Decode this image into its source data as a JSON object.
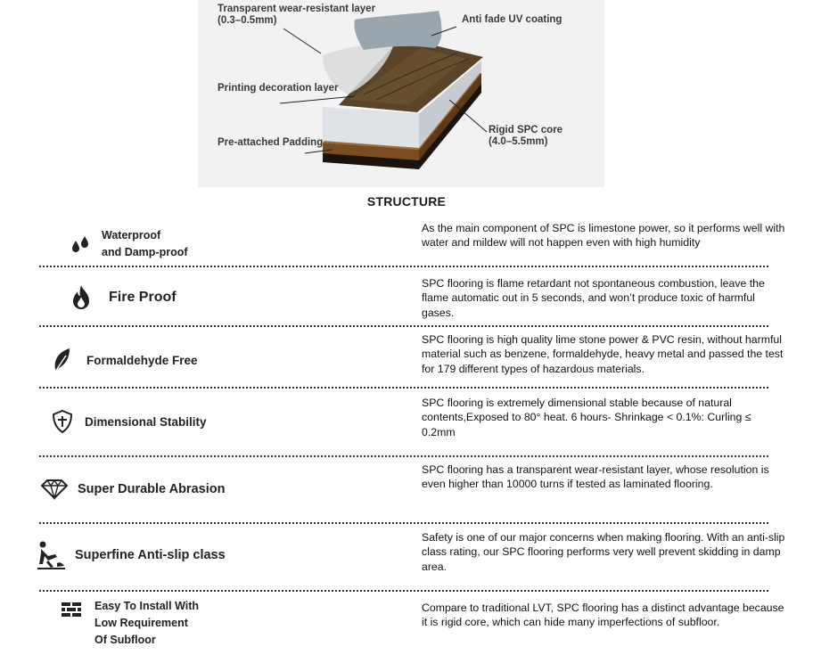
{
  "diagram": {
    "labels": {
      "wear_layer": "Transparent wear-resistant layer",
      "wear_layer_thickness": "(0.3–0.5mm)",
      "uv_coating": "Anti fade UV coating",
      "printing_layer": "Printing decoration layer",
      "padding": "Pre-attached Padding",
      "core": "Rigid SPC core",
      "core_thickness": "(4.0–5.5mm)"
    },
    "colors": {
      "background": "#f2f2f2",
      "wood": "#5a4428",
      "core": "#e4e8ec",
      "padding": "#8a5a2e",
      "base": "#1a1410"
    }
  },
  "structure_title": "STRUCTURE",
  "features": [
    {
      "icon": "water-drops-icon",
      "name_lines": [
        "Waterproof",
        "and Damp-proof"
      ],
      "description": "As the main component of SPC is limestone power, so it performs well with water and mildew will not happen even with high humidity"
    },
    {
      "icon": "flame-icon",
      "name_lines": [
        "Fire Proof"
      ],
      "description": "SPC flooring is flame retardant not spontaneous combustion, leave the flame automatic out in 5 seconds, and won’t produce toxic of harmful gases."
    },
    {
      "icon": "leaf-icon",
      "name_lines": [
        "Formaldehyde Free"
      ],
      "description": "SPC flooring is high quality lime stone power & PVC resin, without harmful material such as benzene, formaldehyde, heavy metal and passed the test for 179 different types of hazardous materials."
    },
    {
      "icon": "shield-icon",
      "name_lines": [
        "Dimensional Stability"
      ],
      "description": "SPC flooring is extremely dimensional stable because of natural contents,Exposed to 80° heat. 6 hours- Shrinkage < 0.1%: Curling ≤ 0.2mm"
    },
    {
      "icon": "diamond-icon",
      "name_lines": [
        "Super Durable Abrasion"
      ],
      "description": "SPC flooring has a transparent wear-resistant layer, whose resolution is even higher than 10000 turns if tested as laminated flooring."
    },
    {
      "icon": "slipping-person-icon",
      "name_lines": [
        "Superfine Anti-slip class"
      ],
      "description": "Safety is one of our major concerns when making flooring. With an anti-slip class rating, our SPC flooring performs very well prevent skidding in damp area."
    },
    {
      "icon": "bricks-icon",
      "name_lines": [
        "Easy To Install With",
        "Low Requirement",
        "Of Subfloor"
      ],
      "description": "Compare to traditional LVT, SPC flooring has a distinct advantage because it is rigid core, which can hide many imperfections of subfloor."
    }
  ]
}
